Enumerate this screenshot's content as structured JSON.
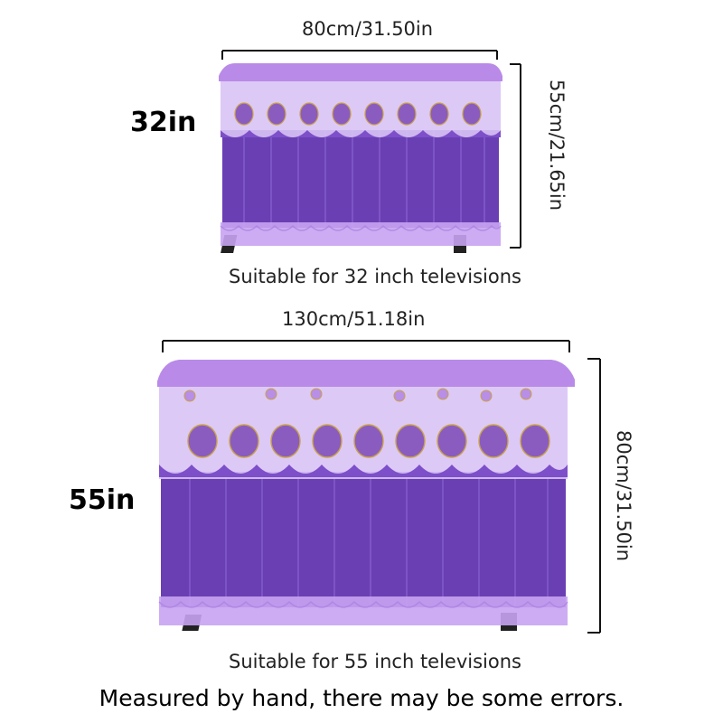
{
  "products": [
    {
      "size_label": "32in",
      "width_label": "80cm/31.50in",
      "height_label": "55cm/21.65in",
      "caption": "Suitable for 32 inch televisions"
    },
    {
      "size_label": "55in",
      "width_label": "130cm/51.18in",
      "height_label": "80cm/31.50in",
      "caption": "Suitable for 55 inch televisions"
    }
  ],
  "footer_note": "Measured by hand, there may be some errors.",
  "colors": {
    "lace_light": "#c9a6f0",
    "fabric_dark": "#6a3fb3",
    "fabric_mid": "#7d4fc9",
    "embroidery": "#c8a24a",
    "stand": "#222222",
    "line": "#111111"
  }
}
